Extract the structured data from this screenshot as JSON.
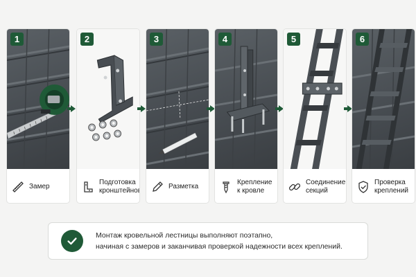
{
  "steps": [
    {
      "number": "1",
      "label": "Замер",
      "icon": "tape-measure-icon"
    },
    {
      "number": "2",
      "label": "Подготовка\nкронштейнов",
      "icon": "bracket-icon"
    },
    {
      "number": "3",
      "label": "Разметка",
      "icon": "pencil-icon"
    },
    {
      "number": "4",
      "label": "Крепление\nк кровле",
      "icon": "screw-icon"
    },
    {
      "number": "5",
      "label": "Соединение\nсекций",
      "icon": "chain-link-icon"
    },
    {
      "number": "6",
      "label": "Проверка\nкреплений",
      "icon": "shield-check-icon"
    }
  ],
  "note": {
    "line1": "Монтаж кровельной лестницы выполняют поэтапно,",
    "line2": "начиная с замеров и заканчивая проверкой надежности всех креплений.",
    "icon": "check-circle-icon"
  },
  "colors": {
    "accent": "#1f5a37",
    "roof": "#4d5257"
  }
}
